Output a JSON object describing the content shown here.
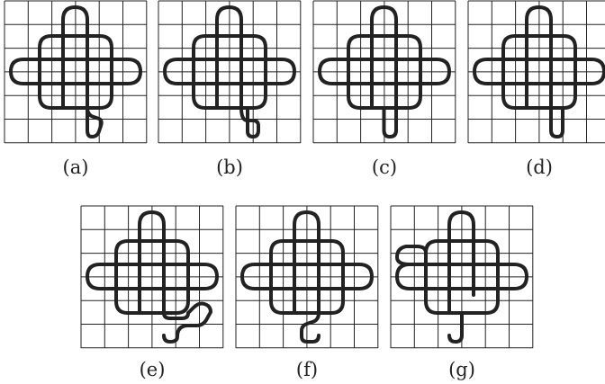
{
  "diagram": {
    "panels": [
      {
        "id": "a",
        "caption": "(a)"
      },
      {
        "id": "b",
        "caption": "(b)"
      },
      {
        "id": "c",
        "caption": "(c)"
      },
      {
        "id": "d",
        "caption": "(d)"
      },
      {
        "id": "e",
        "caption": "(e)"
      },
      {
        "id": "f",
        "caption": "(f)"
      },
      {
        "id": "g",
        "caption": "(g)"
      }
    ]
  },
  "colors": {
    "grid": "#222222",
    "curve": "#222222",
    "background": "#ffffff"
  }
}
